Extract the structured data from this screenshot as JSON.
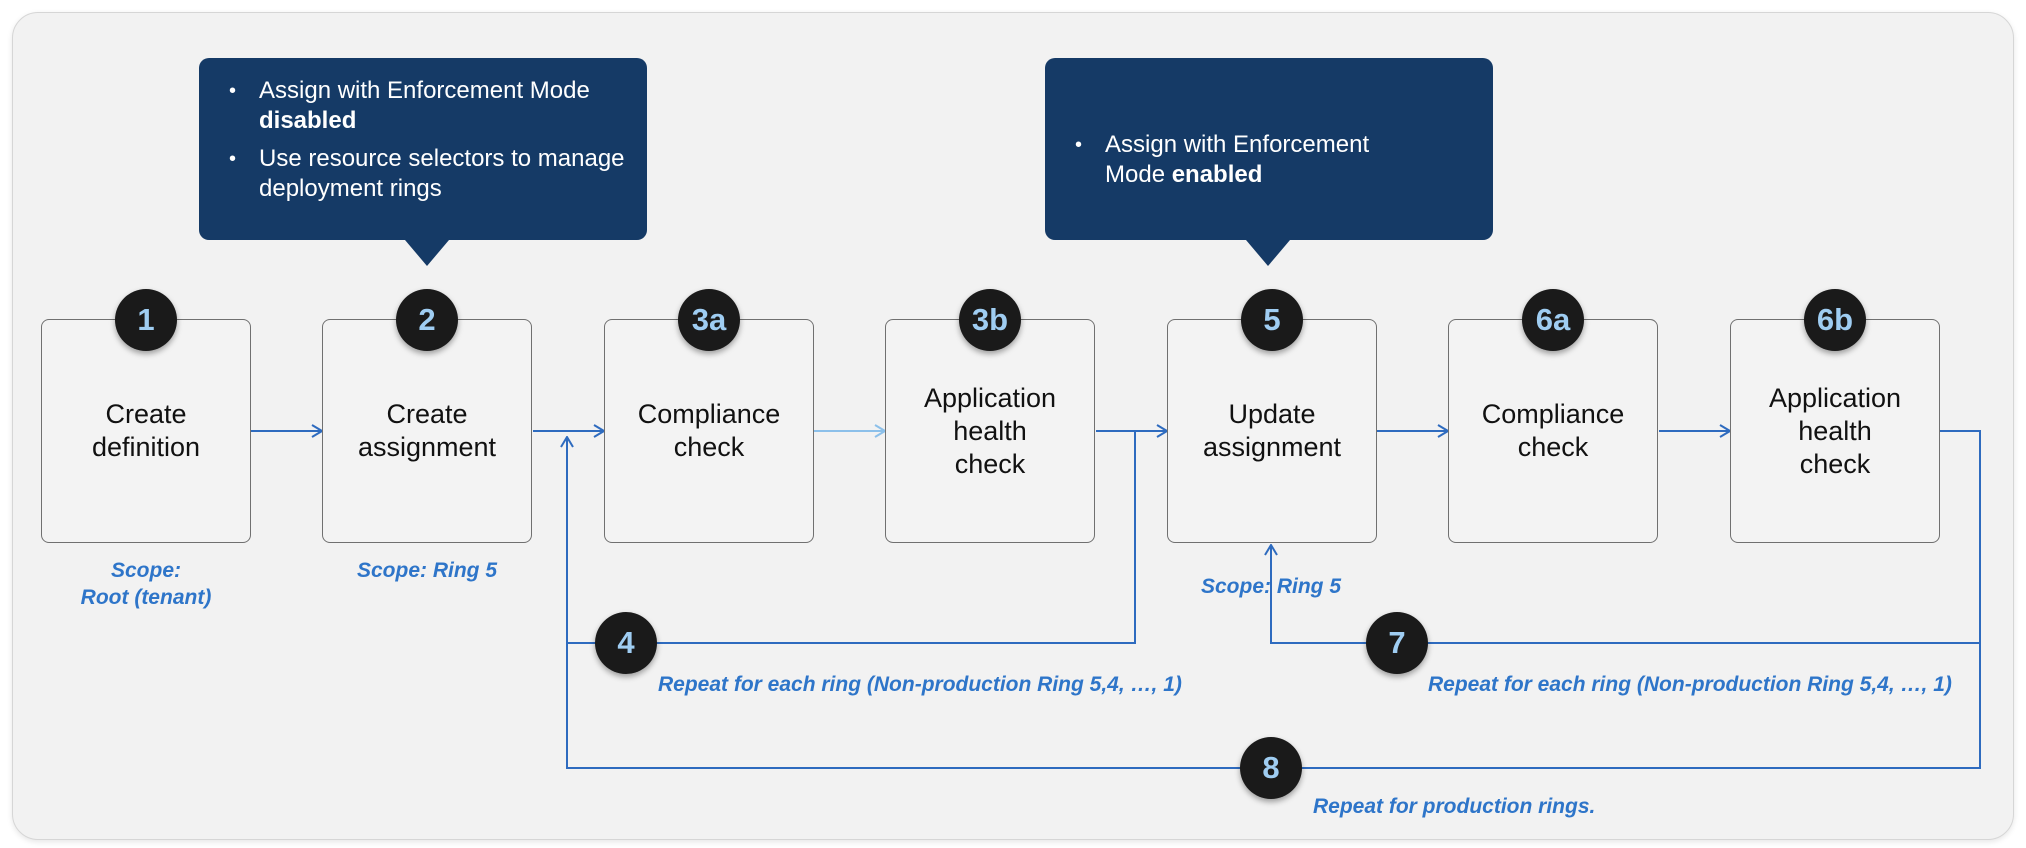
{
  "steps": [
    {
      "id": "1",
      "label": "Create\ndefinition"
    },
    {
      "id": "2",
      "label": "Create\nassignment"
    },
    {
      "id": "3a",
      "label": "Compliance\ncheck"
    },
    {
      "id": "3b",
      "label": "Application\nhealth\ncheck"
    },
    {
      "id": "5",
      "label": "Update\nassignment"
    },
    {
      "id": "6a",
      "label": "Compliance\ncheck"
    },
    {
      "id": "6b",
      "label": "Application\nhealth\ncheck"
    }
  ],
  "scopes": {
    "root_line1": "Scope:",
    "root_line2": "Root (tenant)",
    "ring5_step2": "Scope: Ring 5",
    "ring5_step5": "Scope: Ring 5"
  },
  "loops": [
    {
      "id": "4",
      "note": "Repeat for each ring (Non-production Ring 5,4, …, 1)"
    },
    {
      "id": "7",
      "note": "Repeat for each ring (Non-production Ring 5,4, …, 1)"
    },
    {
      "id": "8",
      "note": "Repeat for production rings."
    }
  ],
  "callouts": {
    "left": {
      "item1_pre": "Assign with Enforcement Mode ",
      "item1_bold": "disabled",
      "item2": "Use resource selectors to manage deployment rings"
    },
    "right": {
      "item1_pre": "Assign with Enforcement Mode ",
      "item1_bold": "enabled"
    }
  },
  "colors": {
    "connector": "#2e6bbf",
    "connector_light": "#8cc0ea",
    "callout_bg": "#153a66",
    "badge_bg": "#1a1a1a",
    "badge_text": "#9fcdf2",
    "accent_text": "#2e75c9"
  }
}
